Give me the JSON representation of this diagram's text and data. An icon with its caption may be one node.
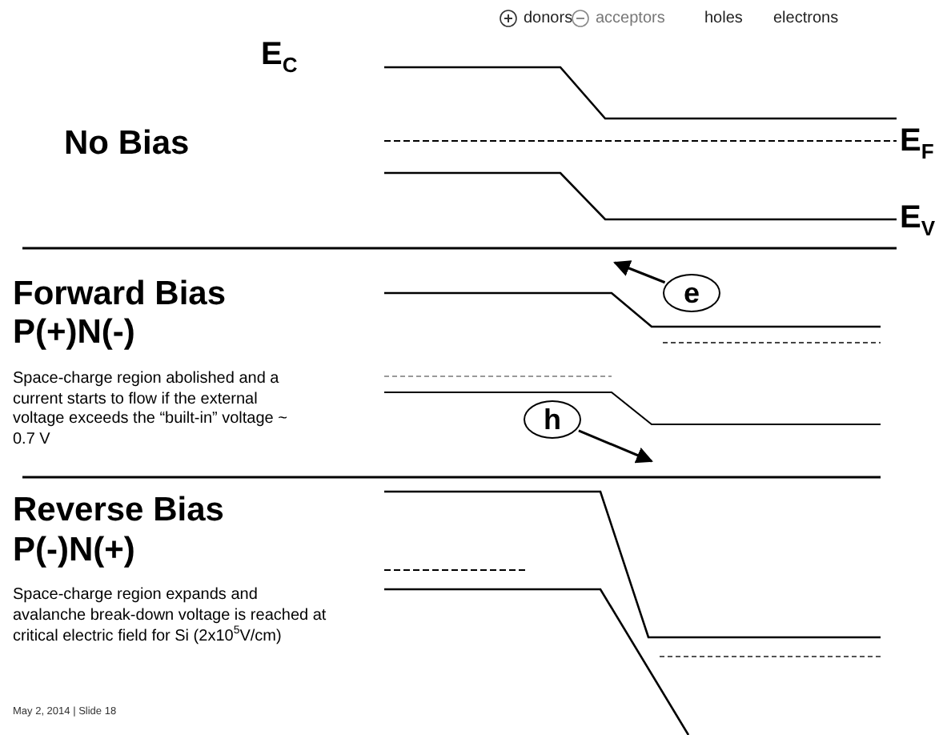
{
  "diagram": {
    "nodes": [
      {
        "text": [
          "e"
        ]
      },
      {
        "text": [
          "h"
        ]
      }
    ],
    "edges": [
      {
        "from": 0,
        "to": null,
        "arrow": "to"
      },
      {
        "from": 1,
        "to": null,
        "arrow": "to"
      }
    ],
    "labels": [
      "E$_{C}$",
      "No Bias",
      "E$_{F}$",
      "E$_{V}$",
      "Forward Bias",
      "P(+)N(-)",
      "Space-charge region abolished and a current starts to flow if the external voltage exceeds the “built-in” voltage ~ 0.7 V",
      "Reverse Bias",
      "P(-)N(+)",
      "Space-charge region expands and avalanche break-down voltage is reached at critical electric field for Si (2x10$^{5}$V/cm)",
      "May 2, 2014 | Slide 18"
    ],
    "legend": [
      {
        "text": "donors"
      },
      {
        "text": "acceptors"
      },
      {
        "text": "holes"
      },
      {
        "text": "electrons"
      }
    ]
  }
}
